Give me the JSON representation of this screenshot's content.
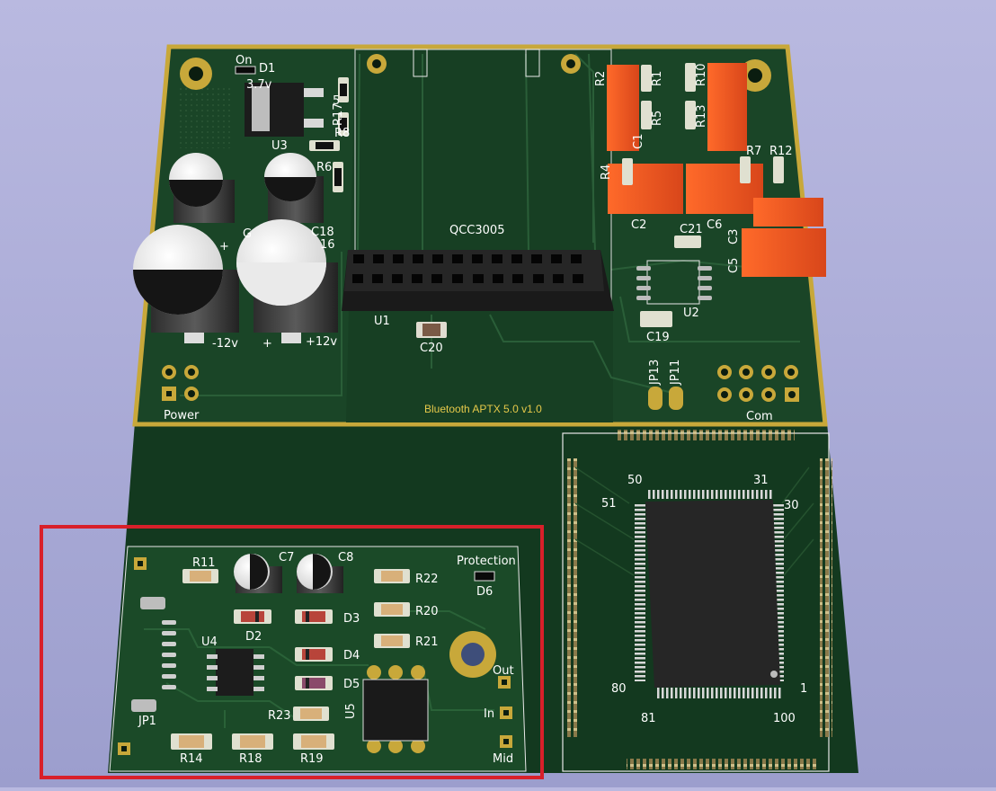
{
  "scene": {
    "title": "Bluetooth APTX 5.0  v1.0",
    "colors": {
      "background": "#aaabd8",
      "board": "#123a1e",
      "board_dark": "#0c2a15",
      "gold": "#c8a83a",
      "copper": "#1c4a2a",
      "selection": "#d8202a"
    }
  },
  "labels": {
    "on": "On",
    "d1": "D1",
    "v37": "3.7v",
    "u3": "U3",
    "r17": "R17",
    "r6": "R6",
    "r5": "5",
    "r8": "R8",
    "c18": "C18",
    "c16": "16",
    "g": "G",
    "minus12": "-12v",
    "plus12": "+12v",
    "plus": "+",
    "u1": "U1",
    "c20": "C20",
    "power": "Power",
    "qcc": "QCC3005",
    "r2": "R2",
    "r1": "R1",
    "r10": "R10",
    "r5b": "R5",
    "r13": "R13",
    "c1": "C1",
    "r4": "R4",
    "r7": "R7",
    "r12": "R12",
    "c2": "C2",
    "c6": "C6",
    "c21": "C21",
    "c3": "C3",
    "c5": "C5",
    "u2": "U2",
    "c19": "C19",
    "jp13": "JP13",
    "jp11": "JP11",
    "com": "Com",
    "pin50": "50",
    "pin31": "31",
    "pin51": "51",
    "pin30": "30",
    "pin80": "80",
    "pin1": "1",
    "pin81": "81",
    "pin100": "100",
    "r11": "R11",
    "c7": "C7",
    "c8": "C8",
    "r22": "R22",
    "protection": "Protection",
    "d6": "D6",
    "d2": "D2",
    "d3": "D3",
    "r20": "R20",
    "u4": "U4",
    "r21": "R21",
    "d4": "D4",
    "d5": "D5",
    "out": "Out",
    "u5": "U5",
    "in": "In",
    "r23": "R23",
    "jp1": "JP1",
    "mid": "Mid",
    "r14": "R14",
    "r18": "R18",
    "r19": "R19"
  }
}
